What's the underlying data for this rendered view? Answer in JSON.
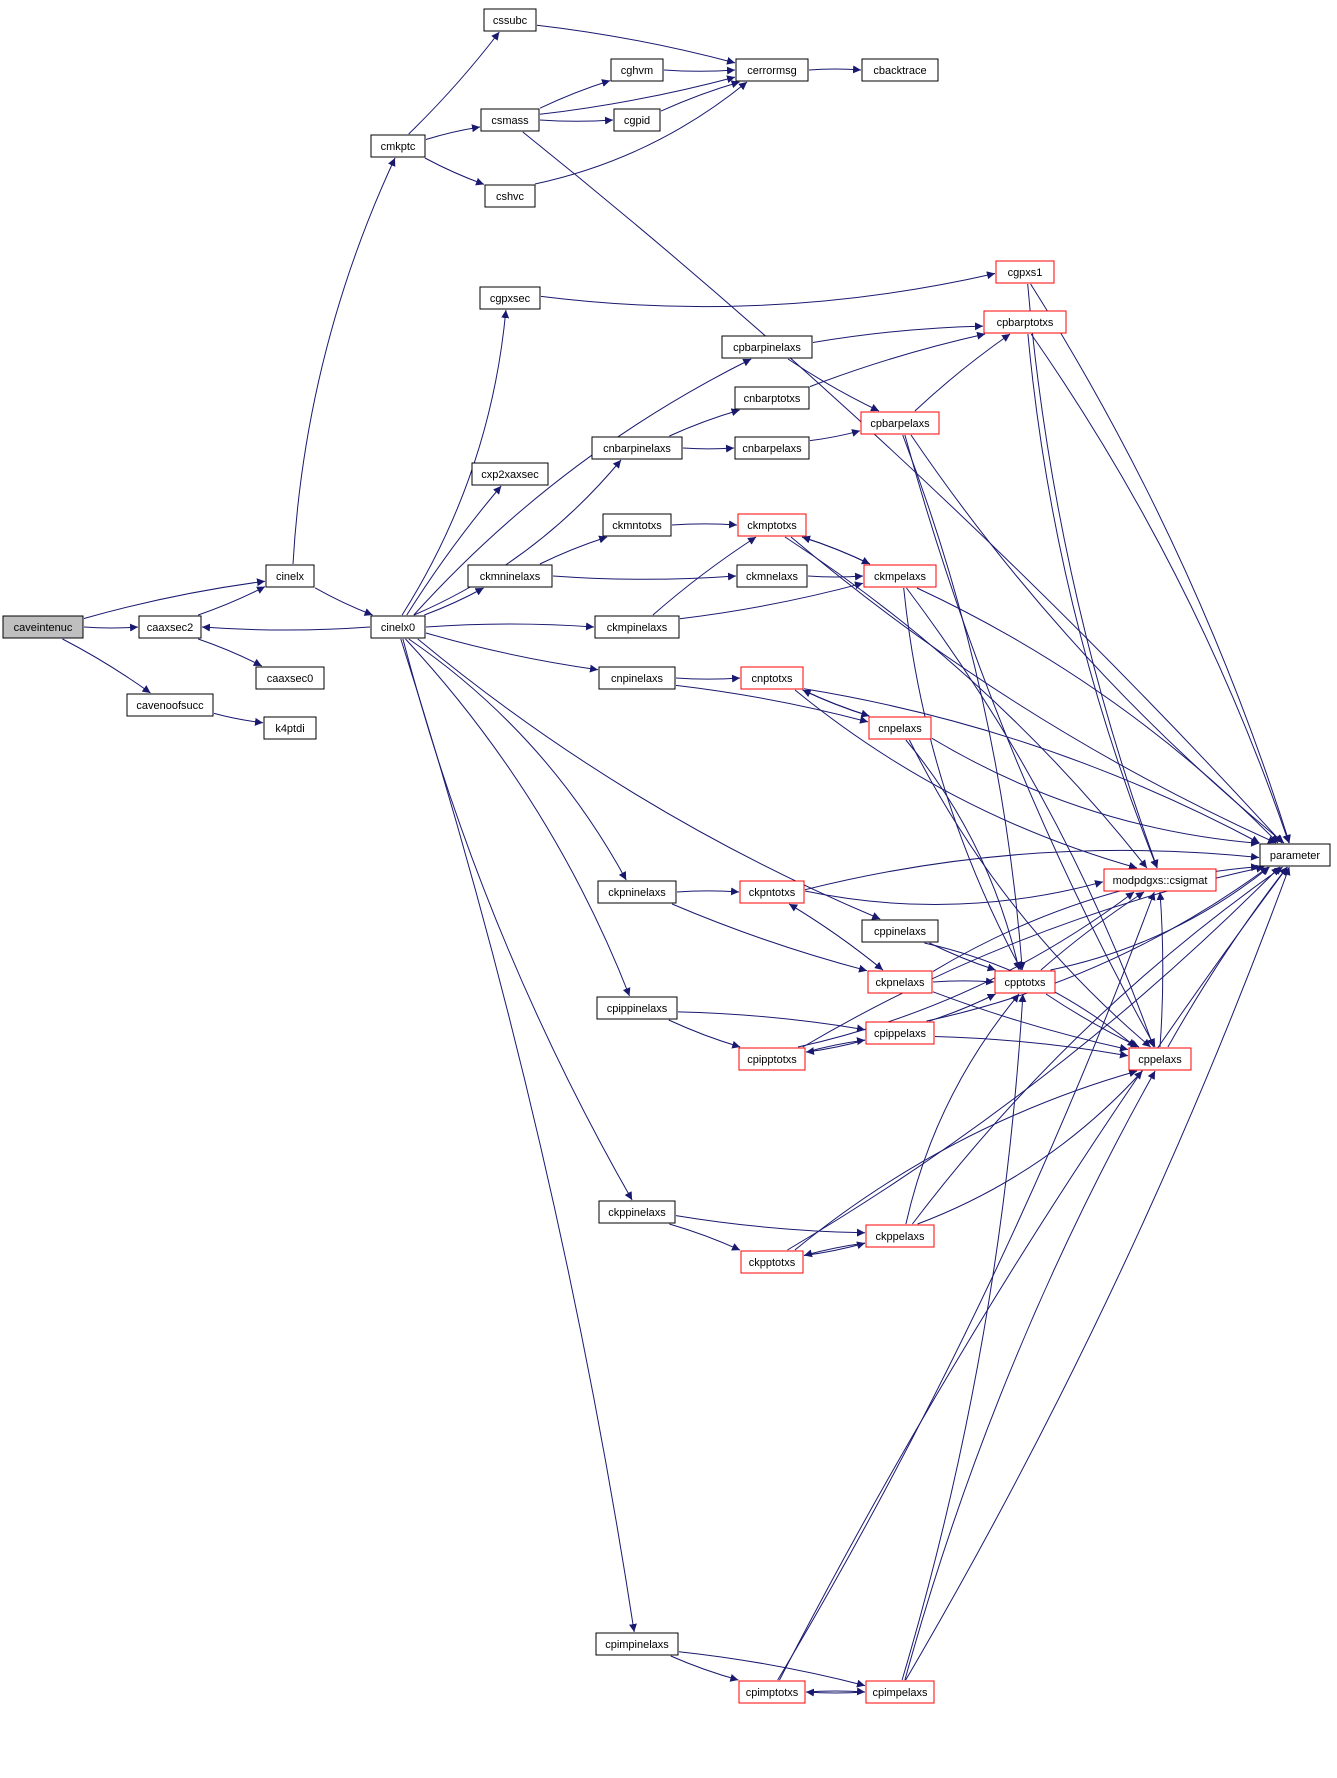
{
  "colors": {
    "edge": "#191970",
    "border_default": "#000000",
    "border_truncated": "#ff0000",
    "fill_root": "#bfbfbf",
    "fill_default": "#ffffff"
  },
  "nodes": [
    {
      "id": "caveintenuc",
      "label": "caveintenuc",
      "style": "root"
    },
    {
      "id": "caaxsec2",
      "label": "caaxsec2",
      "style": "normal"
    },
    {
      "id": "cinelx",
      "label": "cinelx",
      "style": "normal"
    },
    {
      "id": "cavenoofsucc",
      "label": "cavenoofsucc",
      "style": "normal"
    },
    {
      "id": "k4ptdi",
      "label": "k4ptdi",
      "style": "normal"
    },
    {
      "id": "caaxsec0",
      "label": "caaxsec0",
      "style": "normal"
    },
    {
      "id": "cmkptc",
      "label": "cmkptc",
      "style": "normal"
    },
    {
      "id": "cinelx0",
      "label": "cinelx0",
      "style": "normal"
    },
    {
      "id": "cssubc",
      "label": "cssubc",
      "style": "normal"
    },
    {
      "id": "csmass",
      "label": "csmass",
      "style": "normal"
    },
    {
      "id": "cshvc",
      "label": "cshvc",
      "style": "normal"
    },
    {
      "id": "cghvm",
      "label": "cghvm",
      "style": "normal"
    },
    {
      "id": "cgpid",
      "label": "cgpid",
      "style": "normal"
    },
    {
      "id": "cerrormsg",
      "label": "cerrormsg",
      "style": "normal"
    },
    {
      "id": "cbacktrace",
      "label": "cbacktrace",
      "style": "normal"
    },
    {
      "id": "cgpxsec",
      "label": "cgpxsec",
      "style": "normal"
    },
    {
      "id": "cgpxs1",
      "label": "cgpxs1",
      "style": "truncated"
    },
    {
      "id": "cpbarpinelaxs",
      "label": "cpbarpinelaxs",
      "style": "normal"
    },
    {
      "id": "cpbarptotxs",
      "label": "cpbarptotxs",
      "style": "truncated"
    },
    {
      "id": "cnbarptotxs",
      "label": "cnbarptotxs",
      "style": "normal"
    },
    {
      "id": "cnbarpinelaxs",
      "label": "cnbarpinelaxs",
      "style": "normal"
    },
    {
      "id": "cnbarpelaxs",
      "label": "cnbarpelaxs",
      "style": "normal"
    },
    {
      "id": "cpbarpelaxs",
      "label": "cpbarpelaxs",
      "style": "truncated"
    },
    {
      "id": "cxp2xaxsec",
      "label": "cxp2xaxsec",
      "style": "normal"
    },
    {
      "id": "ckmntotxs",
      "label": "ckmntotxs",
      "style": "normal"
    },
    {
      "id": "ckmptotxs",
      "label": "ckmptotxs",
      "style": "truncated"
    },
    {
      "id": "ckmninelaxs",
      "label": "ckmninelaxs",
      "style": "normal"
    },
    {
      "id": "ckmnelaxs",
      "label": "ckmnelaxs",
      "style": "normal"
    },
    {
      "id": "ckmpelaxs",
      "label": "ckmpelaxs",
      "style": "truncated"
    },
    {
      "id": "ckmpinelaxs",
      "label": "ckmpinelaxs",
      "style": "normal"
    },
    {
      "id": "cnpinelaxs",
      "label": "cnpinelaxs",
      "style": "normal"
    },
    {
      "id": "cnptotxs",
      "label": "cnptotxs",
      "style": "truncated"
    },
    {
      "id": "cnpelaxs",
      "label": "cnpelaxs",
      "style": "truncated"
    },
    {
      "id": "parameter",
      "label": "parameter",
      "style": "normal"
    },
    {
      "id": "csigmat",
      "label": "modpdgxs::csigmat",
      "style": "truncated"
    },
    {
      "id": "ckpninelaxs",
      "label": "ckpninelaxs",
      "style": "normal"
    },
    {
      "id": "ckpntotxs",
      "label": "ckpntotxs",
      "style": "truncated"
    },
    {
      "id": "cppinelaxs",
      "label": "cppinelaxs",
      "style": "normal"
    },
    {
      "id": "ckpnelaxs",
      "label": "ckpnelaxs",
      "style": "truncated"
    },
    {
      "id": "cpptotxs",
      "label": "cpptotxs",
      "style": "truncated"
    },
    {
      "id": "cpippinelaxs",
      "label": "cpippinelaxs",
      "style": "normal"
    },
    {
      "id": "cpippelaxs",
      "label": "cpippelaxs",
      "style": "truncated"
    },
    {
      "id": "cpipptotxs",
      "label": "cpipptotxs",
      "style": "truncated"
    },
    {
      "id": "cppelaxs",
      "label": "cppelaxs",
      "style": "truncated"
    },
    {
      "id": "ckppinelaxs",
      "label": "ckppinelaxs",
      "style": "normal"
    },
    {
      "id": "ckppelaxs",
      "label": "ckppelaxs",
      "style": "truncated"
    },
    {
      "id": "ckpptotxs",
      "label": "ckpptotxs",
      "style": "truncated"
    },
    {
      "id": "cpimpinelaxs",
      "label": "cpimpinelaxs",
      "style": "normal"
    },
    {
      "id": "cpimptotxs",
      "label": "cpimptotxs",
      "style": "truncated"
    },
    {
      "id": "cpimpelaxs",
      "label": "cpimpelaxs",
      "style": "truncated"
    }
  ],
  "edges": [
    [
      "caveintenuc",
      "cinelx"
    ],
    [
      "caveintenuc",
      "caaxsec2"
    ],
    [
      "caveintenuc",
      "cavenoofsucc"
    ],
    [
      "caaxsec2",
      "cinelx"
    ],
    [
      "caaxsec2",
      "caaxsec0"
    ],
    [
      "cavenoofsucc",
      "k4ptdi"
    ],
    [
      "cinelx",
      "cmkptc"
    ],
    [
      "cinelx",
      "cinelx0"
    ],
    [
      "cinelx0",
      "caaxsec2"
    ],
    [
      "cmkptc",
      "cssubc"
    ],
    [
      "cmkptc",
      "csmass"
    ],
    [
      "cmkptc",
      "cshvc"
    ],
    [
      "cssubc",
      "cerrormsg"
    ],
    [
      "csmass",
      "cerrormsg"
    ],
    [
      "csmass",
      "cghvm"
    ],
    [
      "csmass",
      "cgpid"
    ],
    [
      "csmass",
      "parameter"
    ],
    [
      "cghvm",
      "cerrormsg"
    ],
    [
      "cgpid",
      "cerrormsg"
    ],
    [
      "cshvc",
      "cerrormsg"
    ],
    [
      "cerrormsg",
      "cbacktrace"
    ],
    [
      "cinelx0",
      "cgpxsec"
    ],
    [
      "cinelx0",
      "cpbarpinelaxs"
    ],
    [
      "cinelx0",
      "cnbarpinelaxs"
    ],
    [
      "cinelx0",
      "cxp2xaxsec"
    ],
    [
      "cinelx0",
      "ckmninelaxs"
    ],
    [
      "cinelx0",
      "ckmpinelaxs"
    ],
    [
      "cinelx0",
      "cnpinelaxs"
    ],
    [
      "cinelx0",
      "ckpninelaxs"
    ],
    [
      "cinelx0",
      "cppinelaxs"
    ],
    [
      "cinelx0",
      "cpippinelaxs"
    ],
    [
      "cinelx0",
      "ckppinelaxs"
    ],
    [
      "cinelx0",
      "cpimpinelaxs"
    ],
    [
      "cgpxsec",
      "cgpxs1"
    ],
    [
      "cgpxs1",
      "parameter"
    ],
    [
      "cgpxs1",
      "csigmat"
    ],
    [
      "cpbarpinelaxs",
      "cpbarptotxs"
    ],
    [
      "cpbarpinelaxs",
      "cpbarpelaxs"
    ],
    [
      "cpbarptotxs",
      "parameter"
    ],
    [
      "cpbarptotxs",
      "csigmat"
    ],
    [
      "cnbarpinelaxs",
      "cnbarptotxs"
    ],
    [
      "cnbarpinelaxs",
      "cnbarpelaxs"
    ],
    [
      "cnbarptotxs",
      "cpbarptotxs"
    ],
    [
      "cnbarpelaxs",
      "cpbarpelaxs"
    ],
    [
      "cpbarpelaxs",
      "cpbarptotxs"
    ],
    [
      "cpbarpelaxs",
      "parameter"
    ],
    [
      "cpbarpelaxs",
      "cpptotxs"
    ],
    [
      "cpbarpelaxs",
      "cppelaxs"
    ],
    [
      "ckmninelaxs",
      "ckmntotxs"
    ],
    [
      "ckmninelaxs",
      "ckmnelaxs"
    ],
    [
      "ckmntotxs",
      "ckmptotxs"
    ],
    [
      "ckmnelaxs",
      "ckmpelaxs"
    ],
    [
      "ckmpinelaxs",
      "ckmptotxs"
    ],
    [
      "ckmpinelaxs",
      "ckmpelaxs"
    ],
    [
      "ckmptotxs",
      "ckmpelaxs"
    ],
    [
      "ckmptotxs",
      "parameter"
    ],
    [
      "ckmptotxs",
      "csigmat"
    ],
    [
      "ckmpelaxs",
      "ckmptotxs"
    ],
    [
      "ckmpelaxs",
      "parameter"
    ],
    [
      "ckmpelaxs",
      "cpptotxs"
    ],
    [
      "ckmpelaxs",
      "cppelaxs"
    ],
    [
      "cnpinelaxs",
      "cnptotxs"
    ],
    [
      "cnpinelaxs",
      "cnpelaxs"
    ],
    [
      "cnptotxs",
      "cnpelaxs"
    ],
    [
      "cnptotxs",
      "parameter"
    ],
    [
      "cnptotxs",
      "csigmat"
    ],
    [
      "cnpelaxs",
      "cnptotxs"
    ],
    [
      "cnpelaxs",
      "parameter"
    ],
    [
      "cnpelaxs",
      "cpptotxs"
    ],
    [
      "cnpelaxs",
      "cppelaxs"
    ],
    [
      "ckpninelaxs",
      "ckpntotxs"
    ],
    [
      "ckpninelaxs",
      "ckpnelaxs"
    ],
    [
      "ckpntotxs",
      "parameter"
    ],
    [
      "ckpntotxs",
      "csigmat"
    ],
    [
      "ckpntotxs",
      "ckpnelaxs"
    ],
    [
      "ckpnelaxs",
      "ckpntotxs"
    ],
    [
      "ckpnelaxs",
      "cpptotxs"
    ],
    [
      "ckpnelaxs",
      "cppelaxs"
    ],
    [
      "ckpnelaxs",
      "parameter"
    ],
    [
      "cppinelaxs",
      "cpptotxs"
    ],
    [
      "cppinelaxs",
      "cppelaxs"
    ],
    [
      "cpptotxs",
      "parameter"
    ],
    [
      "cpptotxs",
      "csigmat"
    ],
    [
      "cpptotxs",
      "cppelaxs"
    ],
    [
      "cppelaxs",
      "parameter"
    ],
    [
      "cppelaxs",
      "csigmat"
    ],
    [
      "cpippinelaxs",
      "cpippelaxs"
    ],
    [
      "cpippinelaxs",
      "cpipptotxs"
    ],
    [
      "cpippelaxs",
      "cpipptotxs"
    ],
    [
      "cpippelaxs",
      "cpptotxs"
    ],
    [
      "cpippelaxs",
      "cppelaxs"
    ],
    [
      "cpippelaxs",
      "parameter"
    ],
    [
      "cpipptotxs",
      "cpippelaxs"
    ],
    [
      "cpipptotxs",
      "csigmat"
    ],
    [
      "cpipptotxs",
      "parameter"
    ],
    [
      "ckppinelaxs",
      "ckppelaxs"
    ],
    [
      "ckppinelaxs",
      "ckpptotxs"
    ],
    [
      "ckppelaxs",
      "ckpptotxs"
    ],
    [
      "ckppelaxs",
      "cpptotxs"
    ],
    [
      "ckppelaxs",
      "cppelaxs"
    ],
    [
      "ckppelaxs",
      "parameter"
    ],
    [
      "ckpptotxs",
      "ckppelaxs"
    ],
    [
      "ckpptotxs",
      "cppelaxs"
    ],
    [
      "ckpptotxs",
      "parameter"
    ],
    [
      "cpimpinelaxs",
      "cpimpelaxs"
    ],
    [
      "cpimpinelaxs",
      "cpimptotxs"
    ],
    [
      "cpimpelaxs",
      "cpimptotxs"
    ],
    [
      "cpimpelaxs",
      "cpptotxs"
    ],
    [
      "cpimpelaxs",
      "cppelaxs"
    ],
    [
      "cpimpelaxs",
      "parameter"
    ],
    [
      "cpimptotxs",
      "cpimpelaxs"
    ],
    [
      "cpimptotxs",
      "csigmat"
    ],
    [
      "cpimptotxs",
      "parameter"
    ]
  ]
}
